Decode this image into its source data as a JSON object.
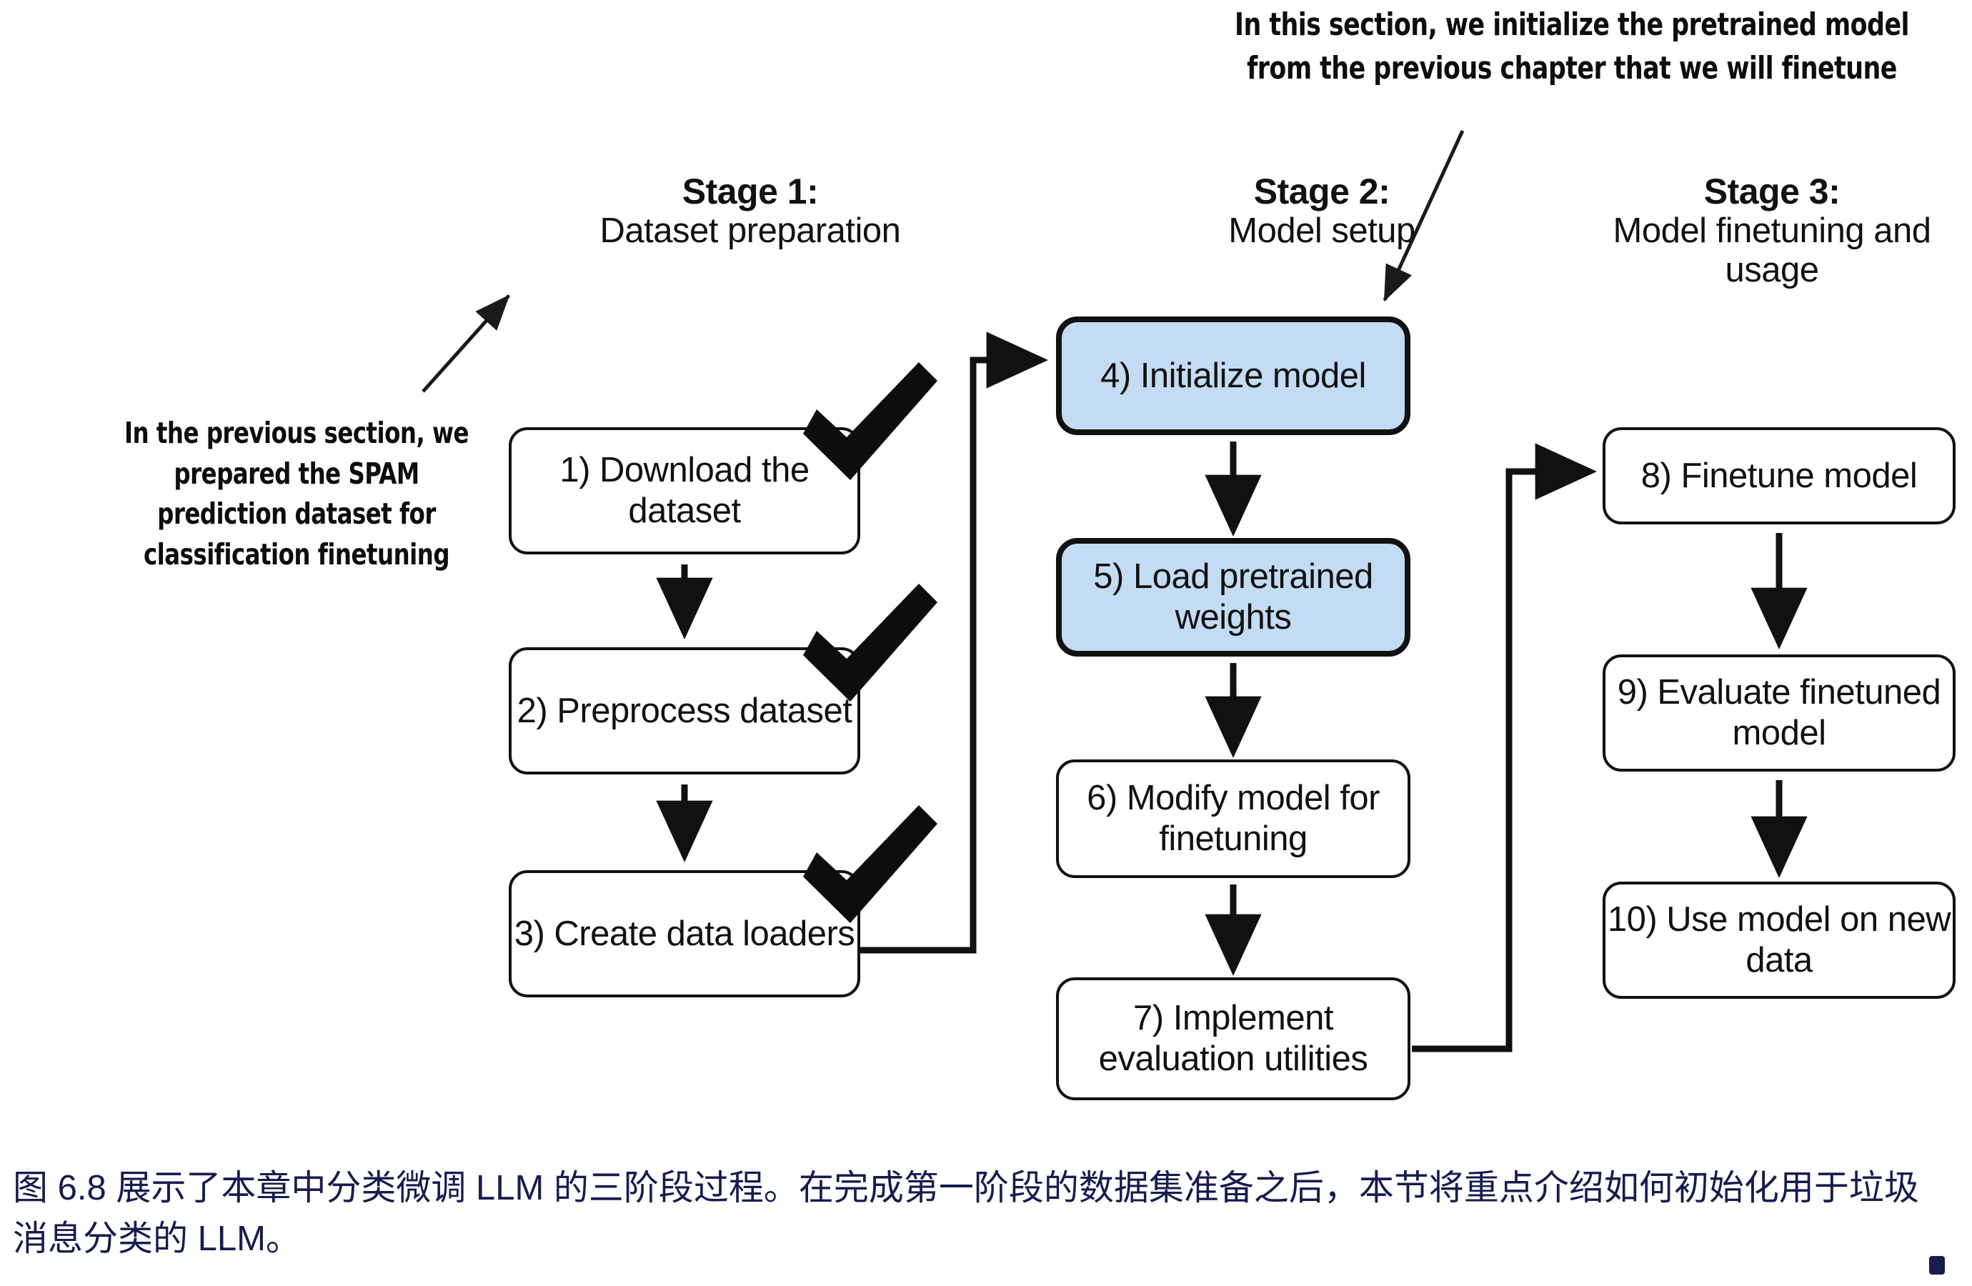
{
  "figure": {
    "annotations": {
      "top": "In this section, we initialize the pretrained model from the previous chapter that we will finetune",
      "left": "In the previous section, we prepared the SPAM prediction dataset for classification finetuning"
    },
    "stages": [
      {
        "id": "stage-1",
        "title": "Stage 1:",
        "subtitle": "Dataset preparation"
      },
      {
        "id": "stage-2",
        "title": "Stage 2:",
        "subtitle": "Model setup"
      },
      {
        "id": "stage-3",
        "title": "Stage 3:",
        "subtitle": "Model finetuning and usage"
      }
    ],
    "steps": [
      {
        "number": "1)",
        "label": "1) Download the dataset",
        "stage": "stage-1",
        "completed": true,
        "highlighted": false
      },
      {
        "number": "2)",
        "label": "2) Preprocess dataset",
        "stage": "stage-1",
        "completed": true,
        "highlighted": false
      },
      {
        "number": "3)",
        "label": "3) Create data loaders",
        "stage": "stage-1",
        "completed": true,
        "highlighted": false
      },
      {
        "number": "4)",
        "label": "4) Initialize model",
        "stage": "stage-2",
        "completed": false,
        "highlighted": true
      },
      {
        "number": "5)",
        "label": "5) Load pretrained weights",
        "stage": "stage-2",
        "completed": false,
        "highlighted": true
      },
      {
        "number": "6)",
        "label": "6) Modify model for finetuning",
        "stage": "stage-2",
        "completed": false,
        "highlighted": false
      },
      {
        "number": "7)",
        "label": "7) Implement evaluation utilities",
        "stage": "stage-2",
        "completed": false,
        "highlighted": false
      },
      {
        "number": "8)",
        "label": "8) Finetune model",
        "stage": "stage-3",
        "completed": false,
        "highlighted": false
      },
      {
        "number": "9)",
        "label": "9) Evaluate finetuned model",
        "stage": "stage-3",
        "completed": false,
        "highlighted": false
      },
      {
        "number": "10)",
        "label": "10) Use model on new data",
        "stage": "stage-3",
        "completed": false,
        "highlighted": false
      }
    ],
    "colors": {
      "highlight_fill": "#c3dcf3",
      "stroke": "#111111",
      "caption_text": "#171c4e",
      "background": "#ffffff"
    },
    "caption": "图 6.8 展示了本章中分类微调 LLM 的三阶段过程。在完成第一阶段的数据集准备之后，本节将重点介绍如何初始化用于垃圾消息分类的 LLM。"
  }
}
